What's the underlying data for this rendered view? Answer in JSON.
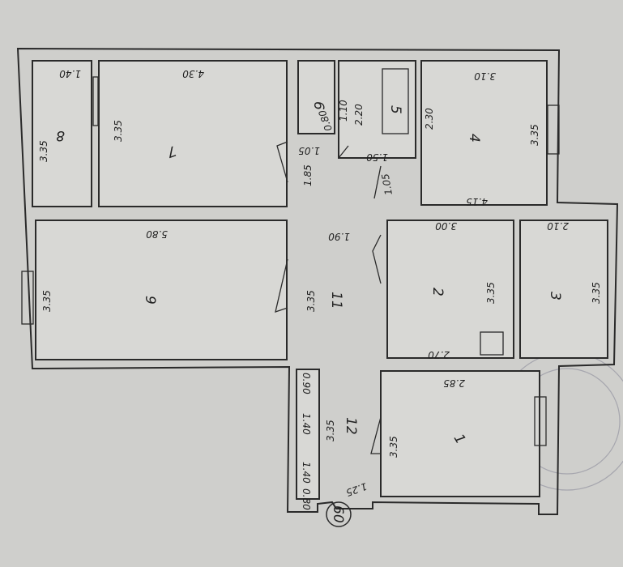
{
  "plan": {
    "unit_number": "60",
    "rooms": [
      {
        "id": "1",
        "dims": [
          "2.85",
          "3.35"
        ]
      },
      {
        "id": "2",
        "dims": [
          "3.00",
          "3.35",
          "2.70"
        ]
      },
      {
        "id": "3",
        "dims": [
          "2.10",
          "3.35"
        ]
      },
      {
        "id": "4",
        "dims": [
          "3.10",
          "2.30",
          "3.35",
          "4.15"
        ]
      },
      {
        "id": "5",
        "dims": [
          "2.20",
          "1.50"
        ]
      },
      {
        "id": "6",
        "dims": [
          "1.10",
          "0.80",
          "1.05"
        ]
      },
      {
        "id": "7",
        "dims": [
          "4.30",
          "3.35"
        ]
      },
      {
        "id": "8",
        "dims": [
          "1.40",
          "3.35"
        ]
      },
      {
        "id": "9",
        "dims": [
          "5.80",
          "3.35"
        ]
      },
      {
        "id": "11",
        "dims": [
          "1.85",
          "1.90",
          "3.35",
          "1.05"
        ]
      },
      {
        "id": "12",
        "dims": [
          "3.35",
          "0.90",
          "1.40",
          "1.40",
          "0.80",
          "1.25"
        ]
      }
    ]
  }
}
